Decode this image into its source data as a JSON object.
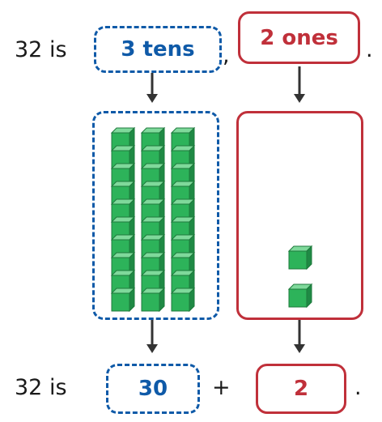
{
  "top_line": {
    "prefix": "32 is",
    "tens_label": "3 tens",
    "separator": ",",
    "ones_label": "2 ones",
    "end": "."
  },
  "bottom_line": {
    "prefix": "32 is",
    "tens_value": "30",
    "operator": "+",
    "ones_value": "2",
    "end": "."
  },
  "blocks": {
    "ten_rods": 3,
    "cubes_per_rod": 10,
    "unit_cubes": 2
  },
  "colors": {
    "tens_blue": "#0f5aa8",
    "ones_red": "#c0303a",
    "block_green": "#2db35a"
  }
}
